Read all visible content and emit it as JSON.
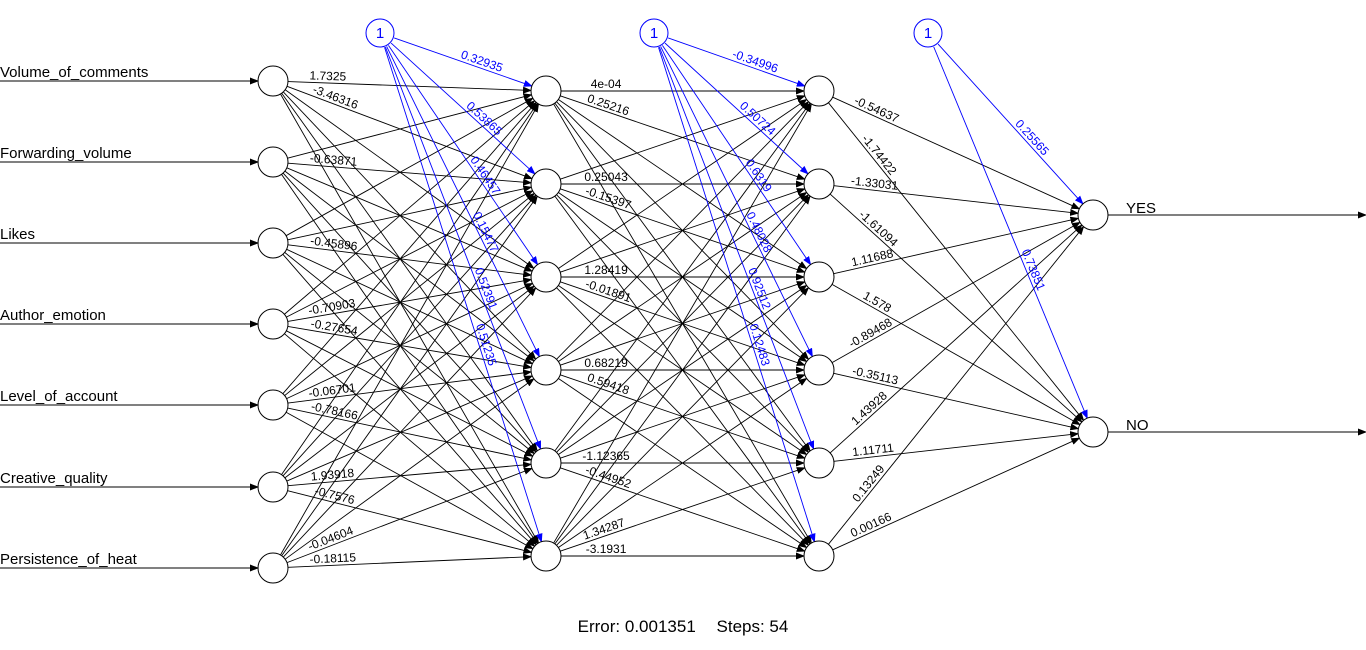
{
  "inputs": [
    "Volume_of_comments",
    "Forwarding_volume",
    "Likes",
    "Author_emotion",
    "Level_of_account",
    "Creative_quality",
    "Persistence_of_heat"
  ],
  "outputs": [
    "YES",
    "NO"
  ],
  "bias_label": "1",
  "footer": {
    "error": "Error: 0.001351",
    "steps": "Steps: 54"
  },
  "colors": {
    "weights": "#000000",
    "bias": "#0000ff",
    "nodes": "#000000"
  },
  "weights": {
    "layer1_visible": [
      "1.7325",
      "-3.46316",
      "-0.63871",
      "-0.45896",
      "-0.70903",
      "-0.27654",
      "-0.06701",
      "-0.78166",
      "1.93918",
      "-0.7576",
      "-0.04604",
      "-0.18115"
    ],
    "bias1": [
      "0.32935",
      "0.53865",
      "0.46457",
      "0.15477",
      "0.52391",
      "0.51235"
    ],
    "layer2_visible": [
      "4e-04",
      "0.25216",
      "0.25043",
      "-0.15397",
      "1.28419",
      "-0.01891",
      "0.68219",
      "0.59418",
      "-1.12365",
      "-0.44952",
      "1.34287",
      "-3.1931"
    ],
    "bias2": [
      "-0.34996",
      "0.50724",
      "0.6319",
      "0.48028",
      "0.92512",
      "0.12483"
    ],
    "layer3": [
      "-0.54637",
      "-1.74422",
      "-1.33031",
      "-1.61094",
      "1.11688",
      "1.578",
      "-0.89468",
      "-0.35113",
      "1.43928",
      "1.11711",
      "0.13249",
      "0.00166"
    ],
    "bias3": [
      "0.25565",
      "0.73851"
    ]
  }
}
